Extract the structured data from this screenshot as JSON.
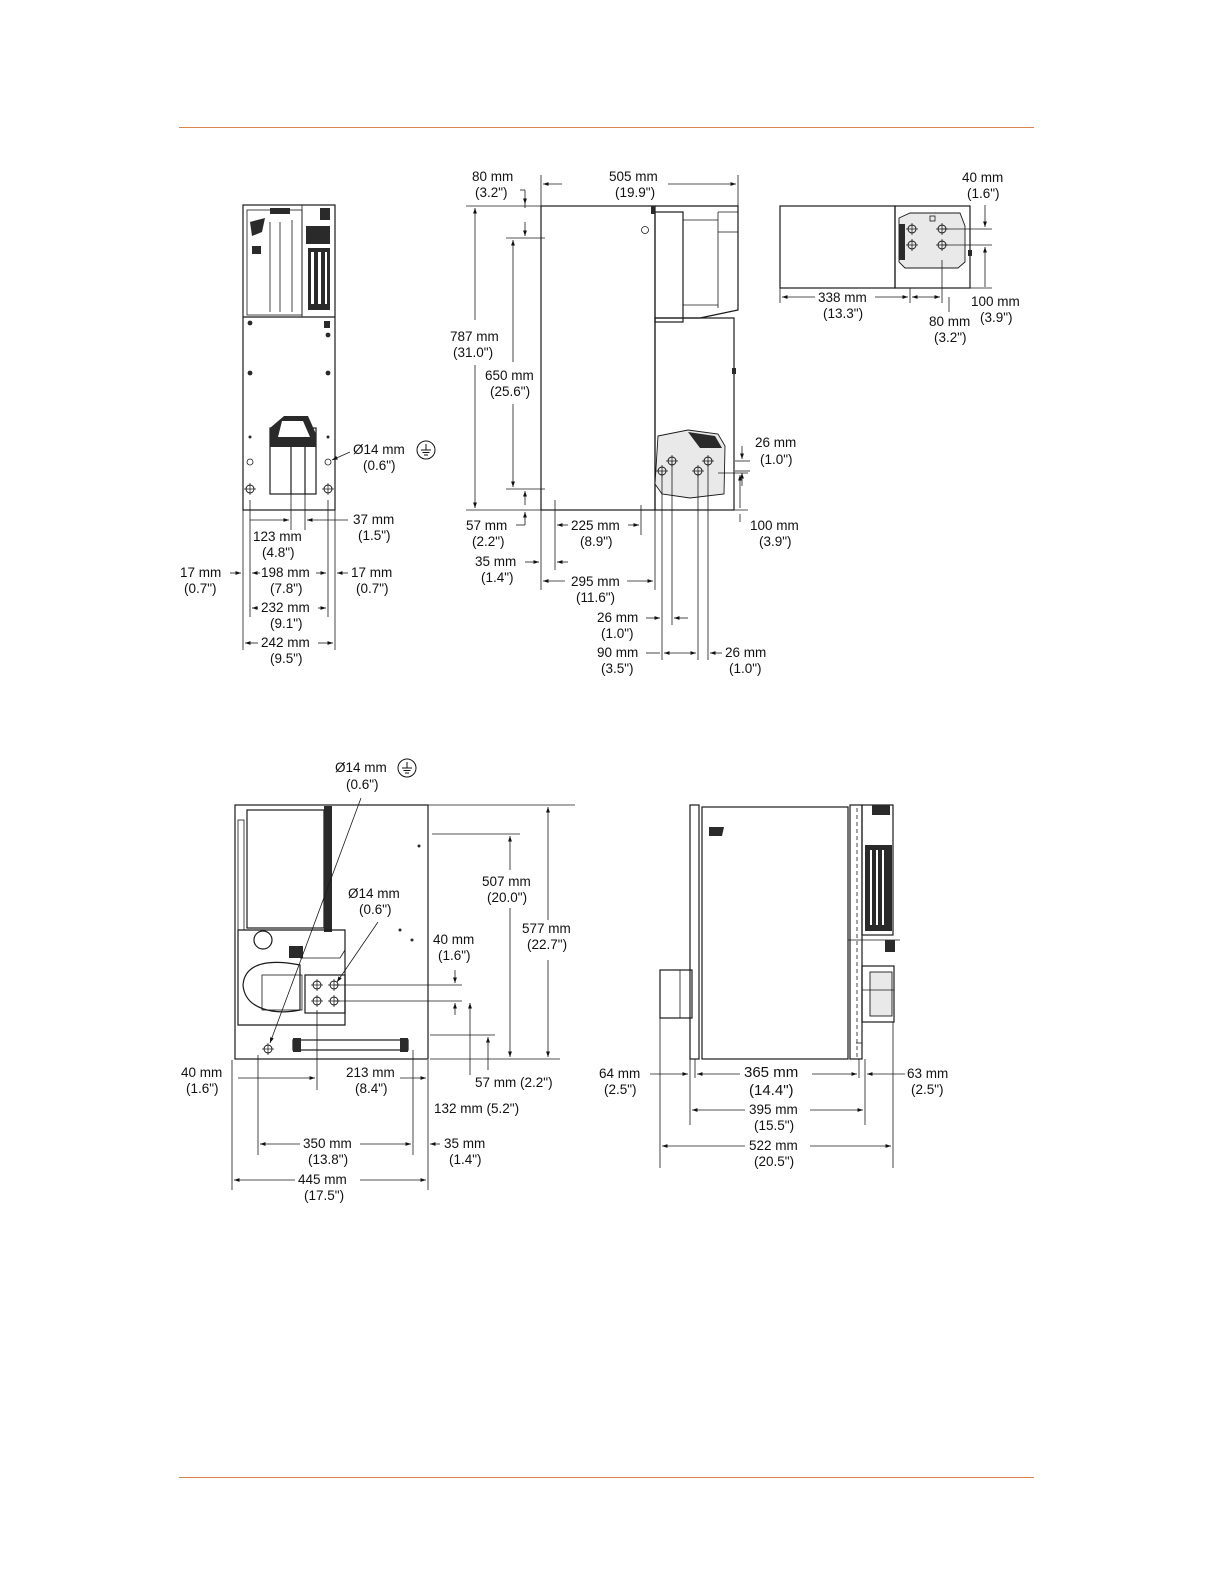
{
  "page": {
    "rule_color": "#d9844a"
  },
  "front_view": {
    "hole_dia": "Ø14 mm",
    "hole_dia_in": "(0.6\")",
    "d123": "123 mm",
    "d123_in": "(4.8\")",
    "d37": "37 mm",
    "d37_in": "(1.5\")",
    "d17_left": "17 mm",
    "d17_left_in": "(0.7\")",
    "d198": "198 mm",
    "d198_in": "(7.8\")",
    "d17_right": "17 mm",
    "d17_right_in": "(0.7\")",
    "d232": "232 mm",
    "d232_in": "(9.1\")",
    "d242": "242 mm",
    "d242_in": "(9.5\")"
  },
  "side_view": {
    "d80": "80 mm",
    "d80_in": "(3.2\")",
    "d505": "505 mm",
    "d505_in": "(19.9\")",
    "d787": "787 mm",
    "d787_in": "(31.0\")",
    "d650": "650 mm",
    "d650_in": "(25.6\")",
    "d26_top": "26 mm",
    "d26_top_in": "(1.0\")",
    "d57": "57 mm",
    "d57_in": "(2.2\")",
    "d225": "225 mm",
    "d225_in": "(8.9\")",
    "d100": "100 mm",
    "d100_in": "(3.9\")",
    "d35": "35 mm",
    "d35_in": "(1.4\")",
    "d295": "295 mm",
    "d295_in": "(11.6\")",
    "d26_mid": "26 mm",
    "d26_mid_in": "(1.0\")",
    "d90": "90 mm",
    "d90_in": "(3.5\")",
    "d26_bot": "26 mm",
    "d26_bot_in": "(1.0\")"
  },
  "top_view": {
    "d40": "40 mm",
    "d40_in": "(1.6\")",
    "d338": "338 mm",
    "d338_in": "(13.3\")",
    "d100": "100 mm",
    "d100_in": "(3.9\")",
    "d80": "80 mm",
    "d80_in": "(3.2\")"
  },
  "bottom_front_view": {
    "hole1": "Ø14 mm",
    "hole1_in": "(0.6\")",
    "hole2": "Ø14 mm",
    "hole2_in": "(0.6\")",
    "d507": "507 mm",
    "d507_in": "(20.0\")",
    "d577": "577 mm",
    "d577_in": "(22.7\")",
    "d40": "40 mm",
    "d40_in": "(1.6\")",
    "d40_left": "40 mm",
    "d40_left_in": "(1.6\")",
    "d213": "213 mm",
    "d213_in": "(8.4\")",
    "d57": "57 mm (2.2\")",
    "d132": "132 mm (5.2\")",
    "d350": "350 mm",
    "d350_in": "(13.8\")",
    "d35": "35 mm",
    "d35_in": "(1.4\")",
    "d445": "445 mm",
    "d445_in": "(17.5\")"
  },
  "bottom_side_view": {
    "d64": "64 mm",
    "d64_in": "(2.5\")",
    "d365": "365 mm",
    "d365_in": "(14.4\")",
    "d63": "63 mm",
    "d63_in": "(2.5\")",
    "d395": "395 mm",
    "d395_in": "(15.5\")",
    "d522": "522 mm",
    "d522_in": "(20.5\")"
  },
  "icons": {
    "ground": "ground-symbol-icon"
  }
}
